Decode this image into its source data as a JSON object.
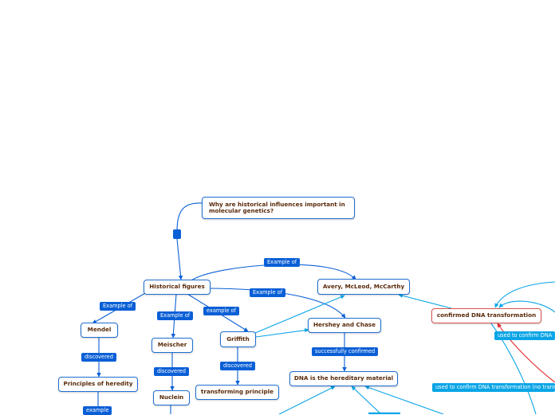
{
  "colors": {
    "dark_link": "#0a5fd6",
    "light_link": "#0aa5e6",
    "negative_link": "#e0262b",
    "node_border": "#1f6fd1",
    "node_text": "#5a2a0a"
  },
  "nodes": {
    "question": "Why are historical influences important in molecular genetics?",
    "historical_figures": "Historical figures",
    "avery": "Avery, McLeod, McCarthy",
    "mendel": "Mendel",
    "principles": "Principles of heredity",
    "meischer": "Meischer",
    "nuclein": "Nuclein",
    "griffith": "Griffith",
    "transforming": "transforming principle",
    "hershey": "Hershey and Chase",
    "dna": "DNA is the hereditary material",
    "confirmed": "confirmed DNA transformation"
  },
  "links": {
    "example_of_avery": "Example of",
    "example_of_hershey": "Example of",
    "example_of_mendel": "Example of",
    "example_of_meischer": "Example of",
    "example_of_griffith": "example of",
    "discovered_mendel": "discovered",
    "discovered_meischer": "discovered",
    "discovered_griffith": "discovered",
    "successfully_confirmed": "successfully confirmed",
    "example": "example",
    "used_to_confirm_1": "used to confirm DNA",
    "used_to_confirm_2": "used to confirm DNA transformation (no trans"
  }
}
